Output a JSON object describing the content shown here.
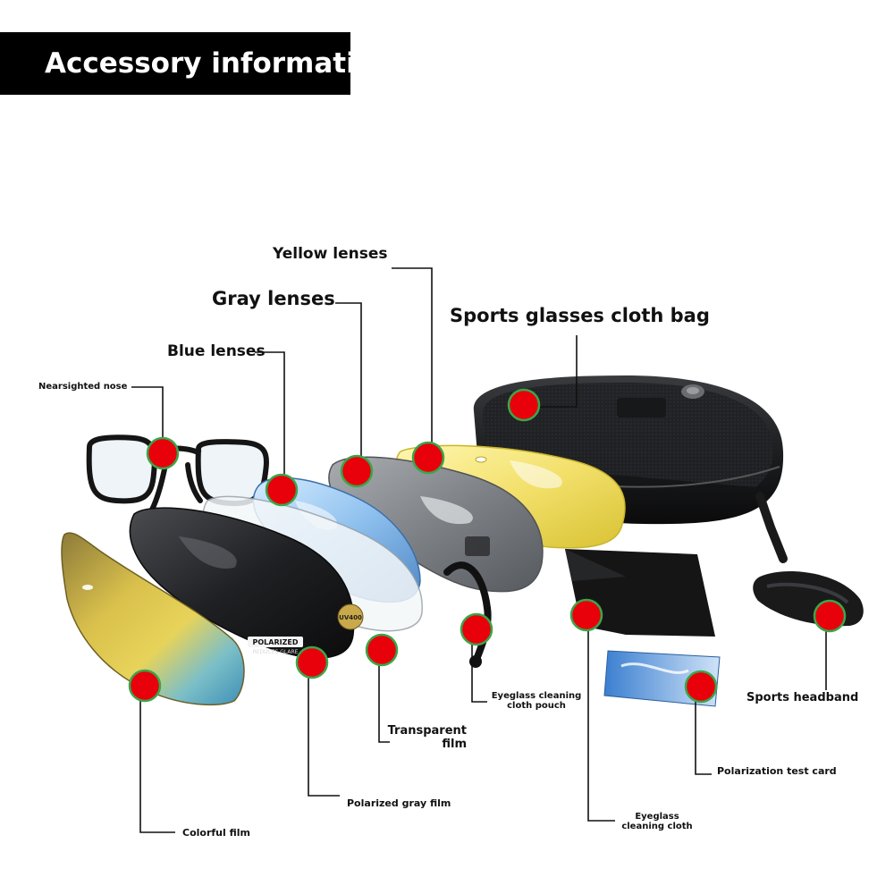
{
  "header": {
    "title": "Accessory information"
  },
  "labels": {
    "yellow_lenses": "Yellow lenses",
    "gray_lenses": "Gray lenses",
    "sports_glasses_cloth_bag": "Sports glasses cloth bag",
    "blue_lenses": "Blue lenses",
    "nearsighted_nose": "Nearsighted nose",
    "eyeglass_cleaning_cloth_pouch_line1": "Eyeglass cleaning",
    "eyeglass_cleaning_cloth_pouch_line2": "cloth pouch",
    "sports_headband": "Sports headband",
    "transparent_film_line1": "Transparent",
    "transparent_film_line2": "film",
    "polarization_test_card": "Polarization test card",
    "polarized_gray_film": "Polarized gray film",
    "eyeglass_cleaning_cloth_line1": "Eyeglass",
    "eyeglass_cleaning_cloth_line2": "cleaning cloth",
    "colorful_film": "Colorful film"
  },
  "product_print": {
    "polarized": "POLARIZED",
    "reduces_glare": "REDUCES GLARE",
    "uv400": "UV400"
  },
  "colors": {
    "marker_fill": "#e8000b",
    "marker_ring": "#3aa64a",
    "title_bg": "#000000",
    "title_text": "#ffffff",
    "leader_line": "#111111"
  }
}
